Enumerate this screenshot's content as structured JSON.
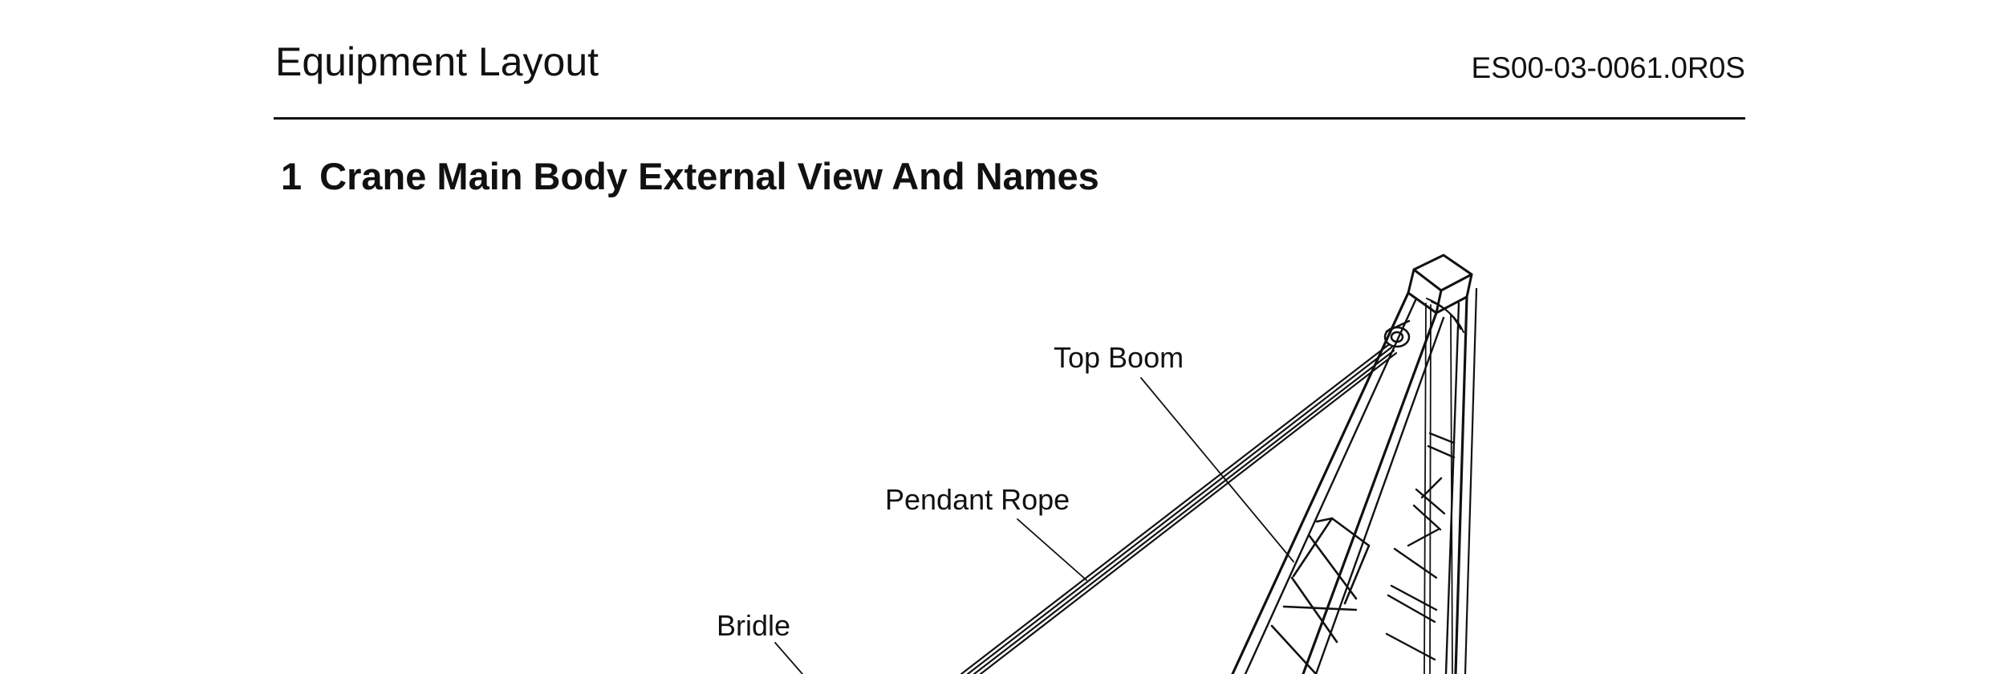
{
  "header": {
    "title": "Equipment Layout",
    "doc_number": "ES00-03-0061.0R0S"
  },
  "section": {
    "number": "1",
    "title": "Crane Main Body External View And Names"
  },
  "callouts": {
    "top_boom": "Top Boom",
    "pendant_rope": "Pendant Rope",
    "bridle": "Bridle"
  }
}
